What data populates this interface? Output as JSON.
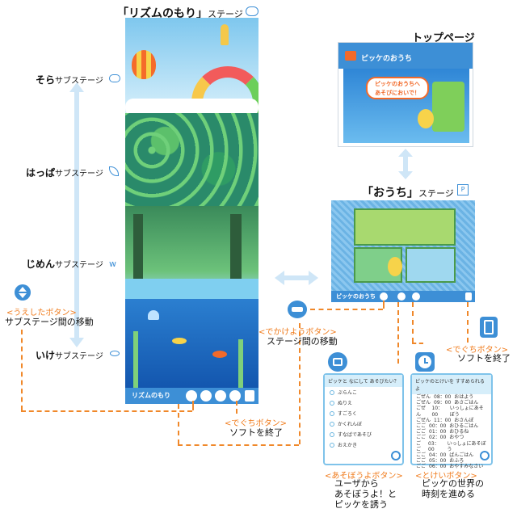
{
  "rhythm_forest": {
    "title": "「リズムのもり」",
    "title_suffix": "ステージ",
    "logo_label": "リズムのもり"
  },
  "substages": [
    {
      "name": "そら",
      "suffix": "サブステージ"
    },
    {
      "name": "はっぱ",
      "suffix": "サブステージ"
    },
    {
      "name": "じめん",
      "suffix": "サブステージ"
    },
    {
      "name": "いけ",
      "suffix": "サブステージ"
    }
  ],
  "up_down_button": {
    "label": "<うえしたボタン>",
    "desc": "サブステージ間の移動"
  },
  "top_page": {
    "title": "トップページ",
    "header": "ピッケのおうち",
    "bubble_line1": "ピッケのおうちへ",
    "bubble_line2": "あそびにおいで！"
  },
  "house_stage": {
    "title": "「おうち」",
    "title_suffix": "ステージ",
    "logo_label": "ピッケのおうち"
  },
  "go_out_button": {
    "label": "<でかけようボタン>",
    "desc": "ステージ間の移動"
  },
  "exit_button_left": {
    "label": "<でぐちボタン>",
    "desc": "ソフトを終了"
  },
  "exit_button_right": {
    "label": "<でぐちボタン>",
    "desc": "ソフトを終了"
  },
  "play_button": {
    "label": "<あそぼうよボタン>",
    "desc_lines": [
      "ユーザから",
      "あそぼうよ！と",
      "ピッケを誘う"
    ],
    "dialog_title": "ピッケと なにして あそびたい？",
    "options": [
      "ぶらんこ",
      "ぬりえ",
      "すごろく",
      "かくれんぼ",
      "すなばであそび",
      "おえかき"
    ]
  },
  "clock_button": {
    "label": "<とけいボタン>",
    "desc_lines": [
      "ピッケの世界の",
      "時刻を進める"
    ],
    "dialog_title": "ピッケのとけいを すすめられるよ",
    "times": [
      {
        "day": "ごぜん",
        "time": "08：00",
        "event": "おはよう"
      },
      {
        "day": "ごぜん",
        "time": "09：00",
        "event": "あさごはん"
      },
      {
        "day": "ごぜん",
        "time": "10：00",
        "event": "いっしょにあそぼう"
      },
      {
        "day": "ごぜん",
        "time": "11：00",
        "event": "おさんぽ"
      },
      {
        "day": "ごご",
        "time": "00：00",
        "event": "おひるごはん"
      },
      {
        "day": "ごご",
        "time": "01：00",
        "event": "おひるね"
      },
      {
        "day": "ごご",
        "time": "02：00",
        "event": "おやつ"
      },
      {
        "day": "ごご",
        "time": "03：00",
        "event": "いっしょにあそぼう"
      },
      {
        "day": "ごご",
        "time": "04：00",
        "event": "ばんごはん"
      },
      {
        "day": "ごご",
        "time": "05：00",
        "event": "おふろ"
      },
      {
        "day": "ごご",
        "time": "06：00",
        "event": "おやすみなさい"
      }
    ]
  },
  "colors": {
    "accent_orange": "#f07a1a",
    "blue": "#3d8fd6",
    "light_blue": "#cfe6f7"
  }
}
